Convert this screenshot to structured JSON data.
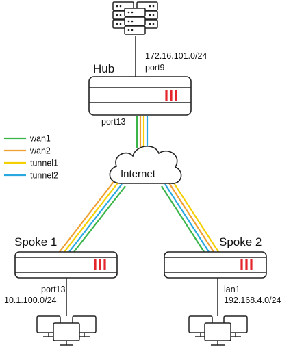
{
  "hub": {
    "name": "Hub",
    "port_down": "port13",
    "port_up": "port9",
    "server_subnet": "172.16.101.0/24"
  },
  "internet": {
    "label": "Internet"
  },
  "spoke1": {
    "name": "Spoke 1",
    "port": "port13",
    "subnet": "10.1.100.0/24"
  },
  "spoke2": {
    "name": "Spoke 2",
    "port": "lan1",
    "subnet": "192.168.4.0/24"
  },
  "legend": [
    {
      "label": "wan1",
      "color": "#3bb54a"
    },
    {
      "label": "wan2",
      "color": "#f0a030"
    },
    {
      "label": "tunnel1",
      "color": "#f5d000"
    },
    {
      "label": "tunnel2",
      "color": "#29a8e0"
    }
  ],
  "colors": {
    "firewall_accent": "#e4262c",
    "device_stroke": "#222222"
  }
}
